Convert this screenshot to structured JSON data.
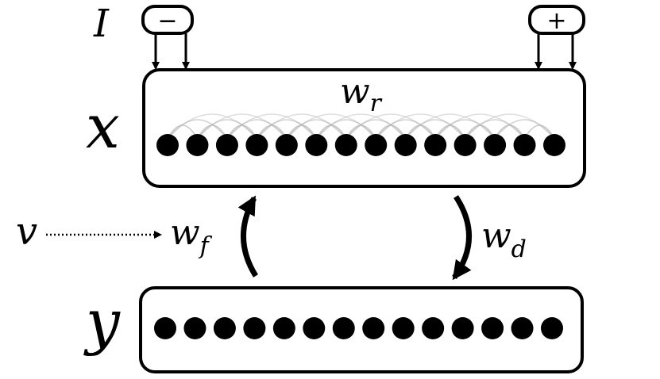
{
  "labels": {
    "input": "I",
    "minus": "−",
    "plus": "+",
    "layer_x": "x",
    "layer_y": "y",
    "w_r": "w",
    "w_r_sub": "r",
    "w_f": "w",
    "w_f_sub": "f",
    "w_d": "w",
    "w_d_sub": "d",
    "v": "v"
  },
  "layers": {
    "x": {
      "units": 14
    },
    "y": {
      "units": 14
    }
  },
  "colors": {
    "ink": "#000000",
    "recurrent_links": "#b5b5b5"
  }
}
